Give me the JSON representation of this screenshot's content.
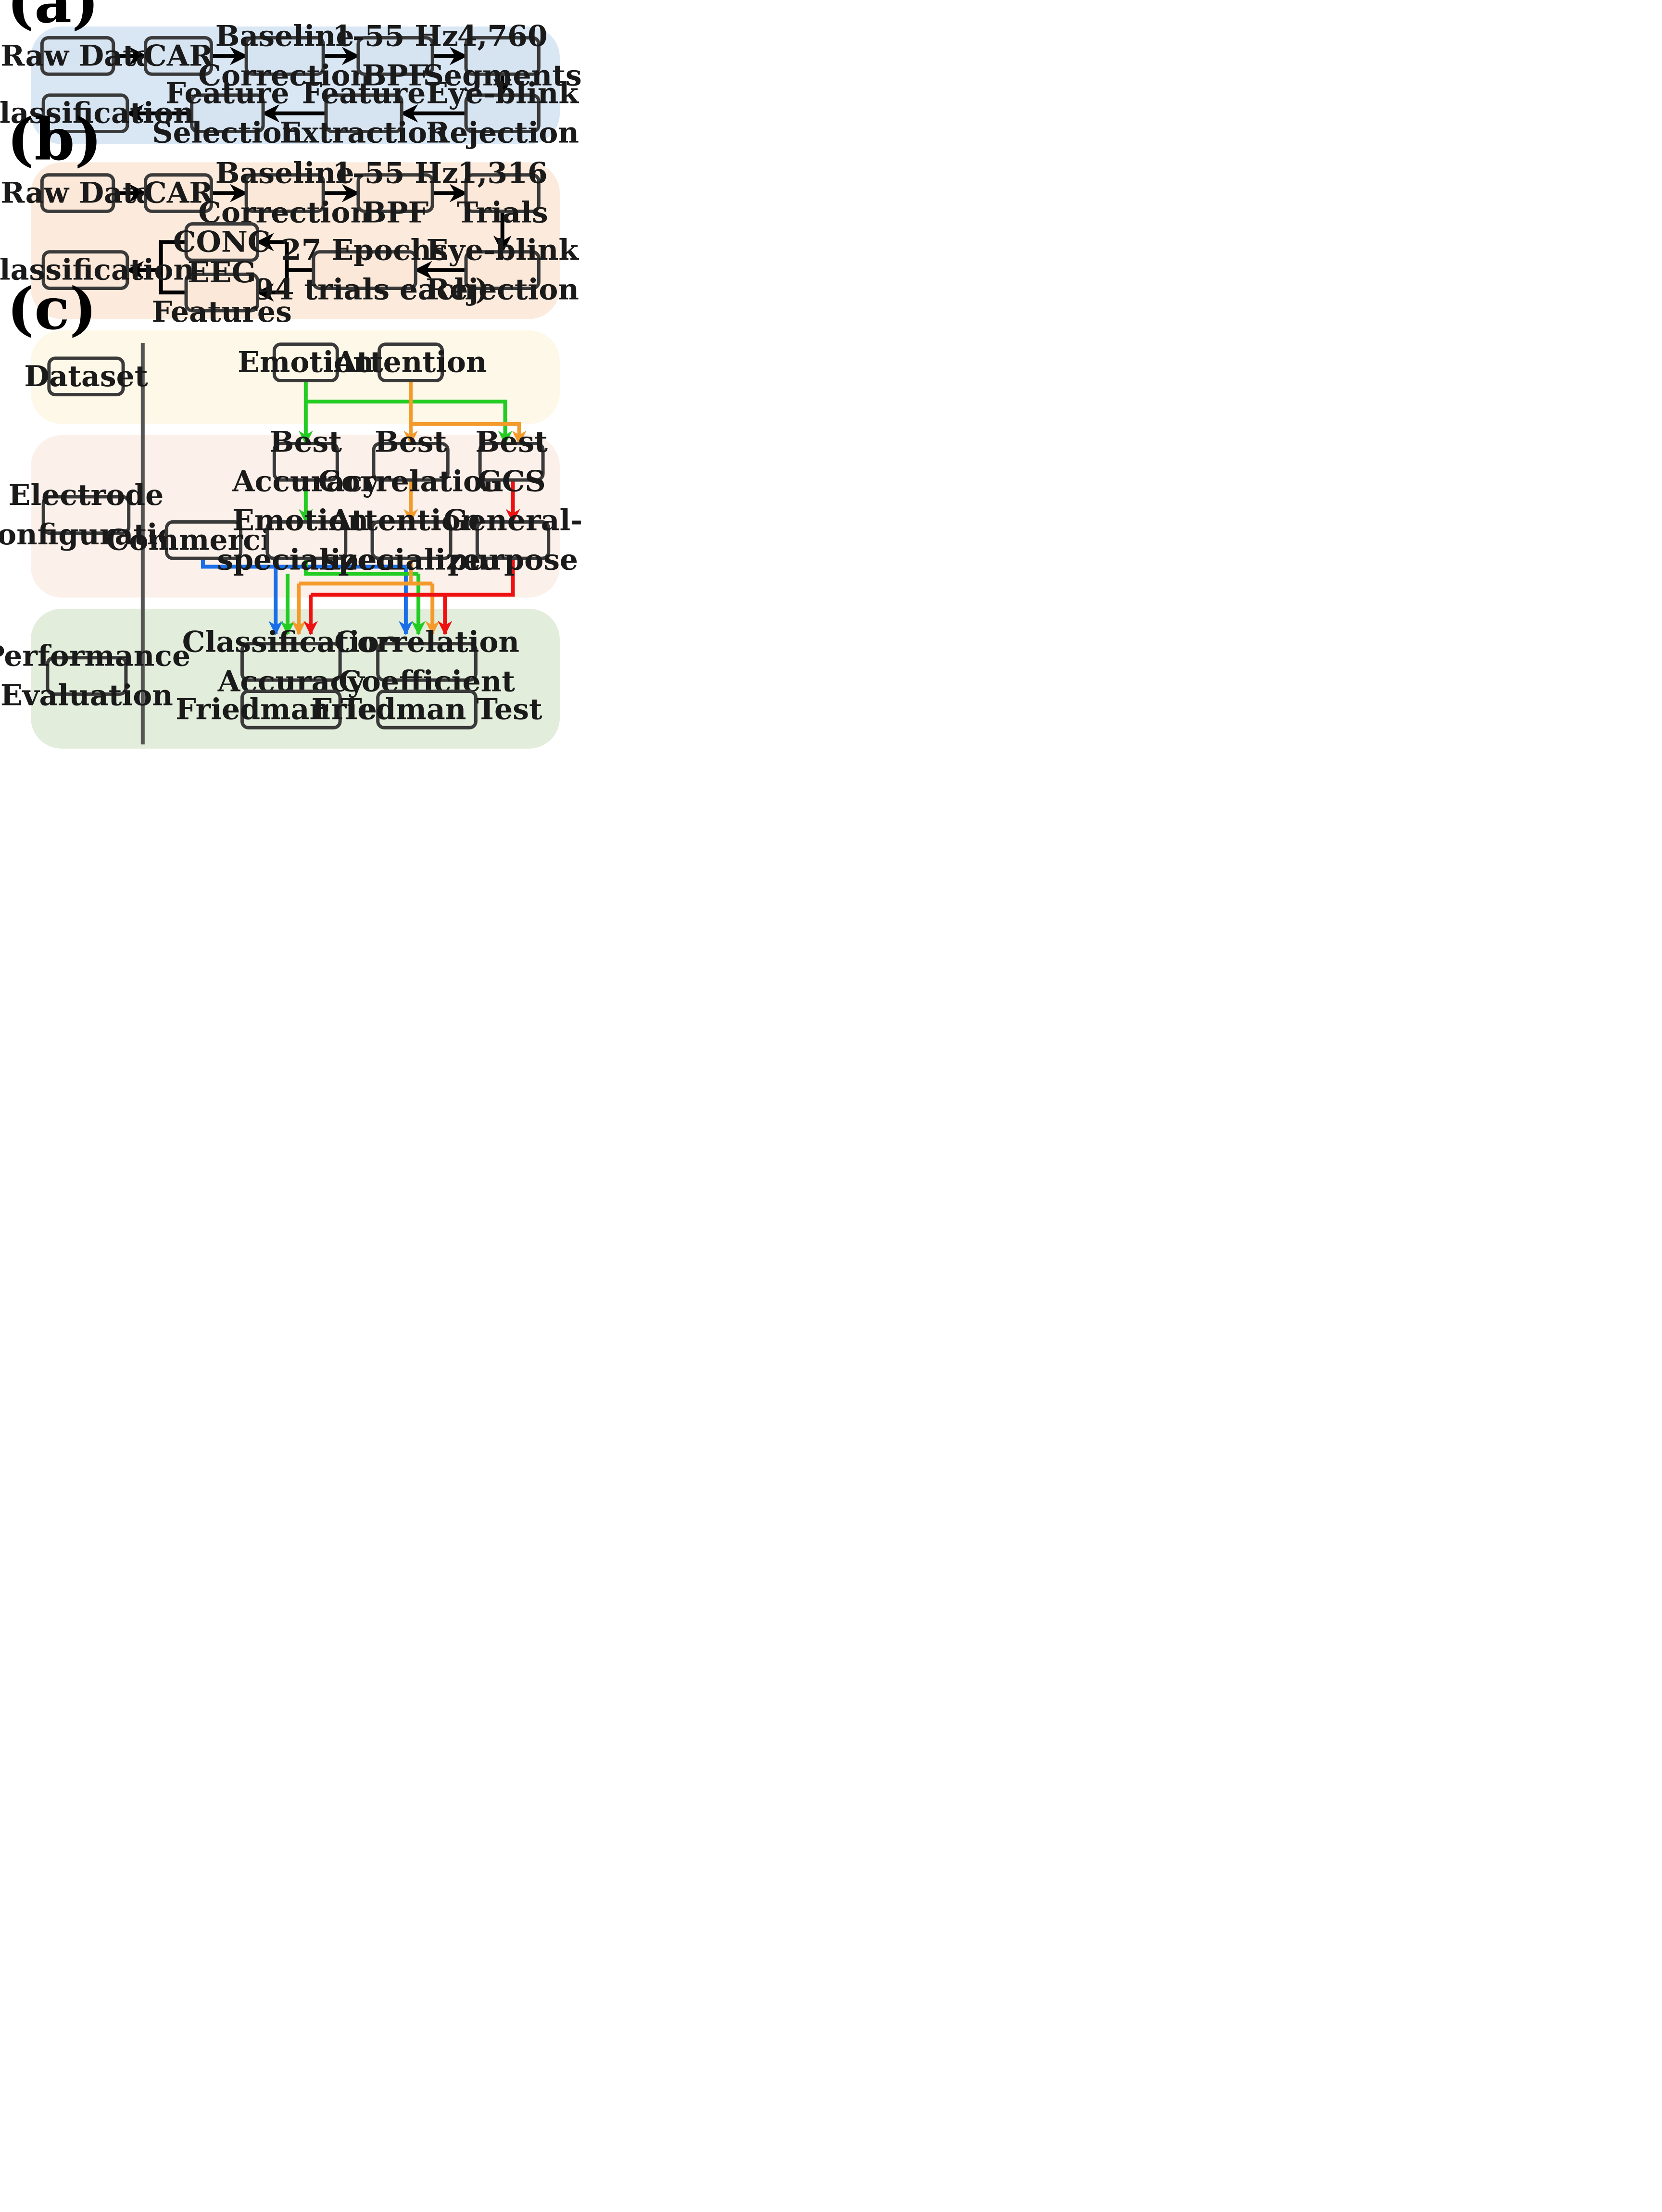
{
  "panels": {
    "a": {
      "label": "(a)",
      "boxes": {
        "raw_data": "Raw Data",
        "car": "CAR",
        "baseline": [
          "Baseline",
          "Correction"
        ],
        "bpf": [
          "1-55 Hz",
          "BPF"
        ],
        "segments": [
          "4,760",
          "Segments"
        ],
        "eyeblink": [
          "Eye-blink",
          "Rejection"
        ],
        "feature_extraction": [
          "Feature",
          "Extraction"
        ],
        "feature_selection": [
          "Feature",
          "Selection"
        ],
        "classification": "Classification"
      }
    },
    "b": {
      "label": "(b)",
      "boxes": {
        "raw_data": "Raw Data",
        "car": "CAR",
        "baseline": [
          "Baseline",
          "Correction"
        ],
        "bpf": [
          "1-55 Hz",
          "BPF"
        ],
        "trials": [
          "1,316",
          "Trials"
        ],
        "eyeblink": [
          "Eye-blink",
          "Rejection"
        ],
        "epochs": [
          "27 Epochs",
          "(94 trials each)"
        ],
        "conc": "CONC",
        "eeg_features": [
          "EEG",
          "Features"
        ],
        "classification": "Classification"
      }
    },
    "c": {
      "label": "(c)",
      "rows": {
        "dataset": "Dataset",
        "electrode": [
          "Electrode",
          "Configuration"
        ],
        "performance": [
          "Performance",
          "Evaluation"
        ]
      },
      "boxes": {
        "emotion": "Emotion",
        "attention": "Attention",
        "best_accuracy": [
          "Best",
          "Accuracy"
        ],
        "best_correlation": [
          "Best",
          "Correlation"
        ],
        "best_gcs": [
          "Best",
          "GCS"
        ],
        "commercial": "Commercial",
        "emotion_specialized": [
          "Emotion-",
          "specialized"
        ],
        "attention_specialized": [
          "Attention-",
          "specialized"
        ],
        "general_purpose": [
          "General-",
          "purpose"
        ],
        "classification_accuracy": [
          "Classification",
          "Accuracy"
        ],
        "correlation_coefficient": [
          "Correlation",
          "Coefficient"
        ],
        "friedman_left": "Friedman Test",
        "friedman_right": "Friedman Test"
      }
    }
  },
  "colors": {
    "panel_a_bg": "#d9e6f3",
    "panel_a_box": "#d6e4f2",
    "panel_b_bg": "#fcebdc",
    "panel_b_box": "#fbe8d8",
    "panel_c_dataset_bg": "#fdf8e8",
    "panel_c_electrode_bg": "#fcf0ea",
    "panel_c_perf_bg": "#e2eddb",
    "box_stroke": "#3a3a3a",
    "arrow_black": "#000000",
    "arrow_green": "#22cc22",
    "arrow_orange": "#f39a2a",
    "arrow_red": "#ee1111",
    "arrow_blue": "#1a6fe8"
  }
}
